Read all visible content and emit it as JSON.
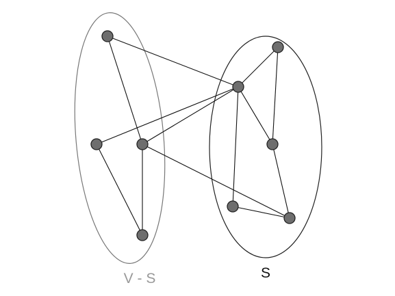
{
  "sets": [
    {
      "id": "vs",
      "label": "V - S",
      "outline_color": "#777777",
      "label_color": "#999999"
    },
    {
      "id": "s",
      "label": "S",
      "outline_color": "#222222",
      "label_color": "#111111"
    }
  ],
  "vertex_color": "#6e6e6e",
  "vertices": [
    {
      "id": "a",
      "set": "vs"
    },
    {
      "id": "b",
      "set": "vs"
    },
    {
      "id": "c",
      "set": "vs"
    },
    {
      "id": "d",
      "set": "vs"
    },
    {
      "id": "e",
      "set": "s"
    },
    {
      "id": "f",
      "set": "s"
    },
    {
      "id": "g",
      "set": "s"
    },
    {
      "id": "h",
      "set": "s"
    },
    {
      "id": "i",
      "set": "s"
    }
  ],
  "edges": [
    [
      "a",
      "f"
    ],
    [
      "a",
      "c"
    ],
    [
      "b",
      "f"
    ],
    [
      "b",
      "d"
    ],
    [
      "c",
      "f"
    ],
    [
      "c",
      "d"
    ],
    [
      "c",
      "i"
    ],
    [
      "e",
      "f"
    ],
    [
      "e",
      "g"
    ],
    [
      "f",
      "g"
    ],
    [
      "f",
      "h"
    ],
    [
      "g",
      "i"
    ],
    [
      "h",
      "i"
    ]
  ]
}
